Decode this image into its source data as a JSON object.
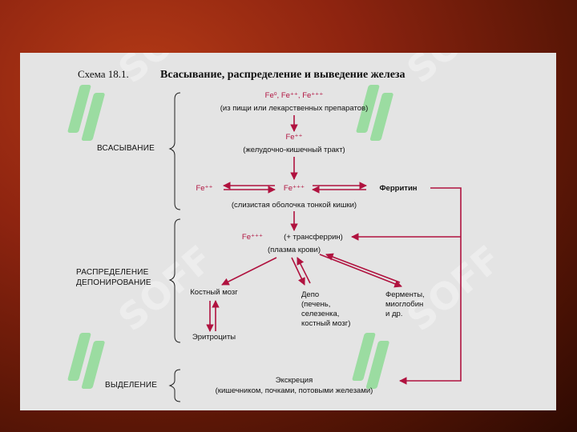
{
  "title": {
    "label": "Схема 18.1.",
    "text": "Всасывание, распределение и выведение железа"
  },
  "sections": {
    "absorption": "ВСАСЫВАНИЕ",
    "distribution_1": "РАСПРЕДЕЛЕНИЕ",
    "distribution_2": "ДЕПОНИРОВАНИЕ",
    "excretion": "ВЫДЕЛЕНИЕ"
  },
  "nodes": {
    "sources_ions": "Fe⁰, Fe⁺⁺, Fe⁺⁺⁺",
    "sources_caption": "(из пищи или лекарственных препаратов)",
    "git_ion": "Fe⁺⁺",
    "git_caption": "(желудочно-кишечный тракт)",
    "mucosa_left_ion": "Fe⁺⁺",
    "mucosa_center_ion": "Fe⁺⁺⁺",
    "ferritin": "Ферритин",
    "mucosa_caption": "(слизистая оболочка тонкой кишки)",
    "plasma_ion": "Fe⁺⁺⁺",
    "plasma_transferrin": "(+ трансферрин)",
    "plasma_caption": "(плазма крови)",
    "bone_marrow": "Костный мозг",
    "erythrocytes": "Эритроциты",
    "depot_lines": [
      "Депо",
      "(печень,",
      "селезенка,",
      "костный мозг)"
    ],
    "enzymes_lines": [
      "Ферменты,",
      "миоглобин",
      "и др."
    ],
    "excretion_title": "Экскреция",
    "excretion_caption": "(кишечником, почками, потовыми железами)"
  },
  "colors": {
    "arrow": "#b0123f",
    "panel": "#e4e4e4",
    "background": "#8e2410",
    "watermark_logo": "#5fd66a"
  },
  "watermark": {
    "text": "SOFF",
    "icon": "soft-logo-icon"
  }
}
